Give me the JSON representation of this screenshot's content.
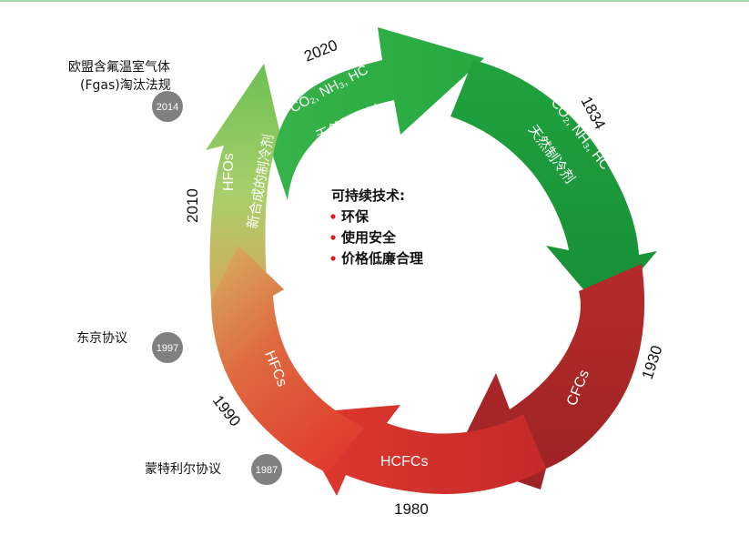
{
  "diagram": {
    "years": {
      "y2020": "2020",
      "y1834": "1834",
      "y1930": "1930",
      "y1980": "1980",
      "y1990": "1990",
      "y2010": "2010"
    },
    "segments": {
      "natural_top_formula": "CO₂, NH₃, HC",
      "natural_top_cn": "天然制冷剂",
      "natural_right_formula": "CO₂, NH₃, HC",
      "natural_right_cn": "天然制冷剂",
      "cfcs": "CFCs",
      "hcfcs": "HCFCs",
      "hfcs": "HFCs",
      "hfos": "HFOs",
      "hfos_cn": "新合成的制冷剂"
    },
    "milestones": [
      {
        "label_line1": "欧盟含氟温室气体",
        "label_line2": "(Fgas)淘汰法规",
        "year": "2014"
      },
      {
        "label_line1": "东京协议",
        "label_line2": "",
        "year": "1997"
      },
      {
        "label_line1": "蒙特利尔协议",
        "label_line2": "",
        "year": "1987"
      }
    ],
    "center": {
      "title": "可持续技术:",
      "items": [
        "环保",
        "使用安全",
        "价格低廉合理"
      ]
    },
    "colors": {
      "green_dark": "#1a9a3c",
      "green_mid": "#36b34a",
      "green_light": "#9fd06a",
      "tan": "#d7a75f",
      "red": "#d8332c",
      "red_dark": "#a8282a",
      "badge": "#808080",
      "bullet": "#e01b1b"
    }
  }
}
